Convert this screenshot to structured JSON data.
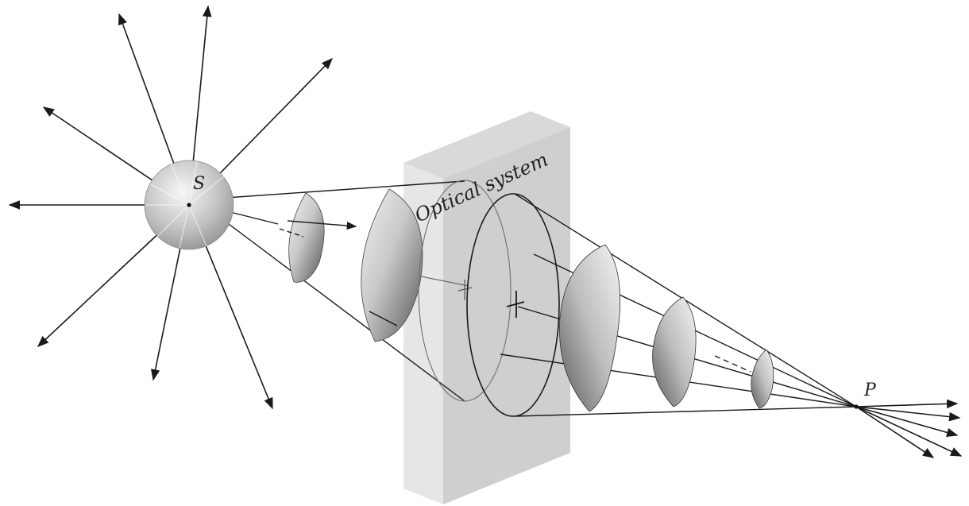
{
  "labels": {
    "source": "S",
    "image_point": "P",
    "optical_system": "Optical system"
  },
  "colors": {
    "line": "#1a1a1a",
    "plate_front": "#e3e3e3",
    "plate_side": "#cfcfcf",
    "plate_top": "#d8d8d8",
    "sphere_light": "#f4f4f4",
    "sphere_dark": "#8e8e8e"
  }
}
